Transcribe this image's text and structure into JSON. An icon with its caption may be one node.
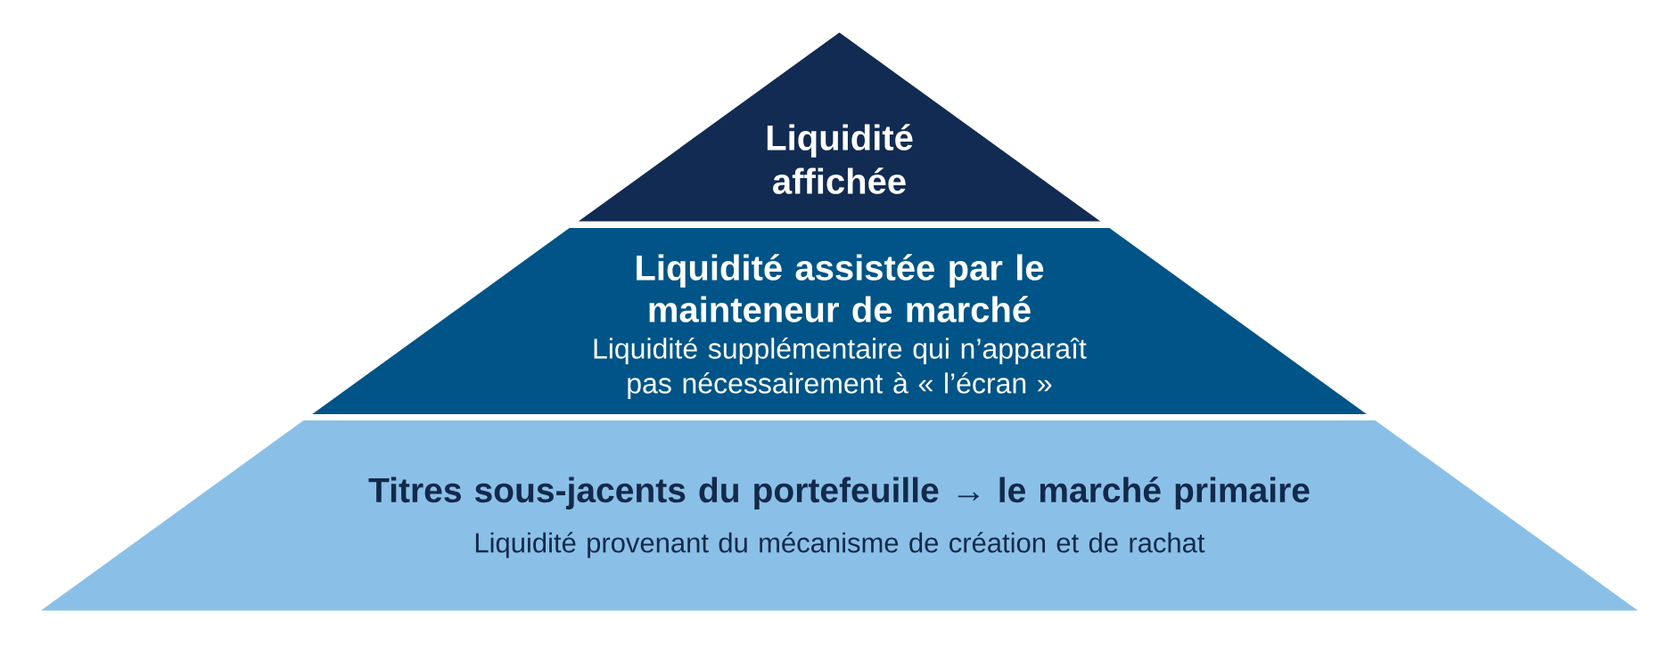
{
  "diagram": {
    "nodes": [
      {
        "text": [
          "Liquidité affichée"
        ]
      },
      {
        "text": [
          "Liquidité assistée par le mainteneur de marché",
          "Liquidité supplémentaire qui n’apparaît pas nécessairement à « l’écran »"
        ]
      },
      {
        "text": [
          "Titres sous-jacents du portefeuille → le marché primaire",
          "Liquidité provenant du mécanisme de création et de rachat"
        ]
      }
    ]
  }
}
